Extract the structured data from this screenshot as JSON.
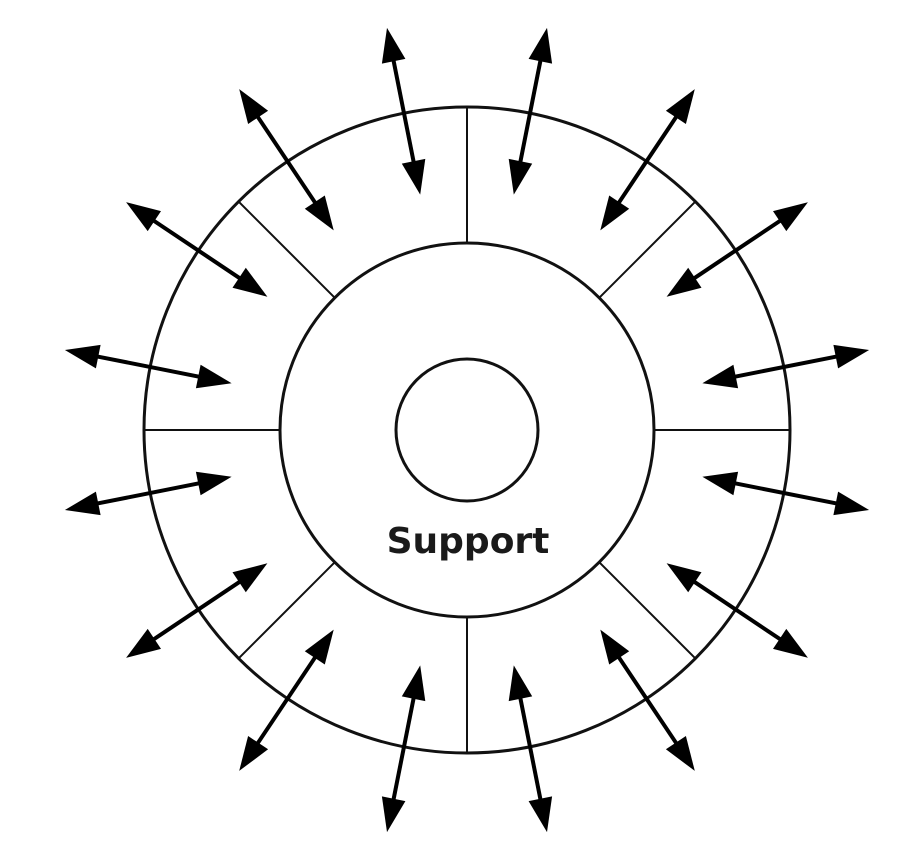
{
  "diagram": {
    "center_label": "Support",
    "segment_count": 8,
    "arrow_count": 16,
    "arrow_style": "double-headed",
    "colors": {
      "background": "#ffffff",
      "line": "#111111",
      "arrow": "#000000",
      "label": "#1a1a1a"
    }
  }
}
